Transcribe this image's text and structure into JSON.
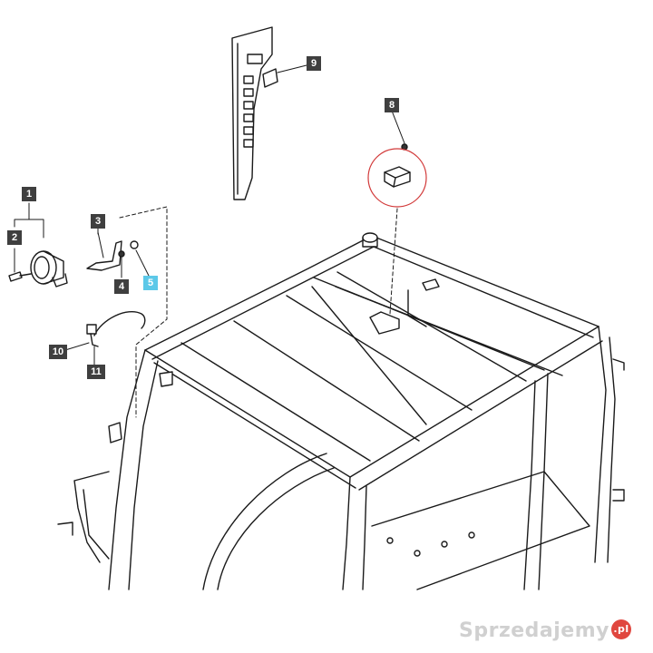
{
  "callouts": {
    "c1": "1",
    "c2": "2",
    "c3": "3",
    "c4": "4",
    "c5": "5",
    "c8": "8",
    "c9": "9",
    "c10": "10",
    "c11": "11"
  },
  "colors": {
    "line": "#1a1a1a",
    "callout_bg": "#3f3f3f",
    "callout_highlight": "#5cc8e8",
    "detail_circle": "#d23a3a"
  },
  "watermark": {
    "text": "Sprzedajemy",
    "suffix": ".pl"
  }
}
